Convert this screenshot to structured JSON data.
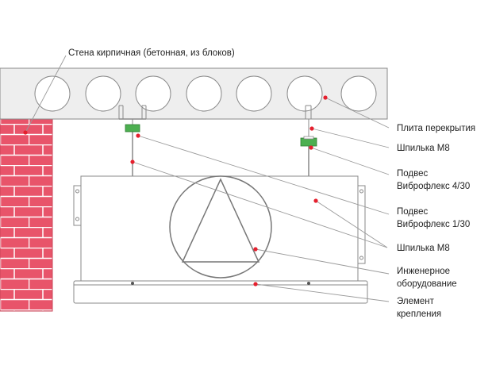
{
  "labels": {
    "wall": "Стена кирпичная (бетонная, из блоков)",
    "slab": "Плита перекрытия",
    "stud_top": "Шпилька М8",
    "hanger_430_line1": "Подвес",
    "hanger_430_line2": "Виброфлекс 4/30",
    "hanger_130_line1": "Подвес",
    "hanger_130_line2": "Виброфлекс 1/30",
    "stud_bottom": "Шпилька М8",
    "equipment_line1": "Инженерное",
    "equipment_line2": "оборудование",
    "fastening_line1": "Элемент",
    "fastening_line2": "крепления"
  },
  "colors": {
    "slab_fill": "#eeeeee",
    "outline": "#888888",
    "brick": "#e8546a",
    "mortar": "#ffffff",
    "hanger": "#4caf50",
    "marker": "#e5202e",
    "leader": "#9a9a9a",
    "text": "#222222"
  }
}
